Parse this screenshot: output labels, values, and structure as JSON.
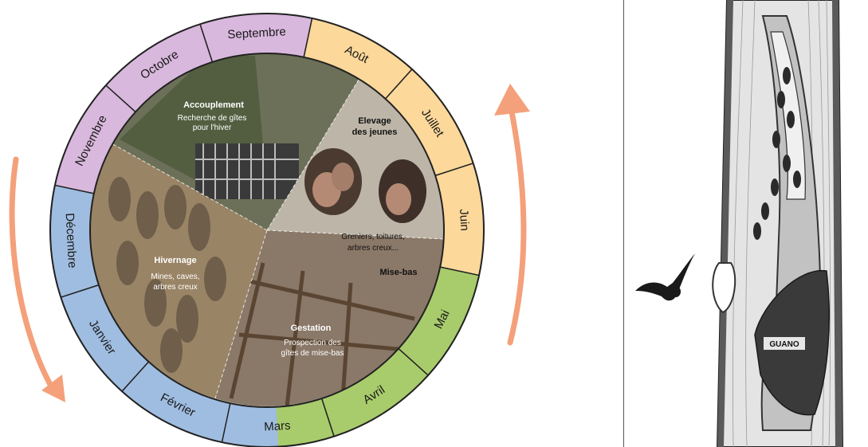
{
  "cycle": {
    "months": [
      {
        "label": "Septembre",
        "color": "#d9b8dd"
      },
      {
        "label": "Août",
        "color": "#fcd89a"
      },
      {
        "label": "Juillet",
        "color": "#fcd89a"
      },
      {
        "label": "Juin",
        "color": "#fcd89a"
      },
      {
        "label": "Mai",
        "color": "#a8cc6c"
      },
      {
        "label": "Avril",
        "color": "#a8cc6c"
      },
      {
        "label": "Mars",
        "color": "#a8cc6c"
      },
      {
        "label": "Février",
        "color": "#9fbde0"
      },
      {
        "label": "Janvier",
        "color": "#9fbde0"
      },
      {
        "label": "Décembre",
        "color": "#9fbde0"
      },
      {
        "label": "Novembre",
        "color": "#d9b8dd"
      },
      {
        "label": "Octobre",
        "color": "#d9b8dd"
      }
    ],
    "mars_split_color": "#9fbde0",
    "arrow_color": "#f4a07a",
    "phases": {
      "accouplement": {
        "title": "Accouplement",
        "desc1": "Recherche de gîtes",
        "desc2": "pour l'hiver"
      },
      "elevage": {
        "title1": "Elevage",
        "title2": "des jeunes",
        "desc1": "Greniers, toitures,",
        "desc2": "arbres creux..."
      },
      "misebas": {
        "title": "Mise-bas"
      },
      "hivernage": {
        "title": "Hivernage",
        "desc1": "Mines, caves,",
        "desc2": "arbres creux"
      },
      "gestation": {
        "title": "Gestation",
        "desc1": "Prospection des",
        "desc2": "gîtes de mise-bas"
      }
    }
  },
  "tree": {
    "guano_label": "GUANO"
  }
}
